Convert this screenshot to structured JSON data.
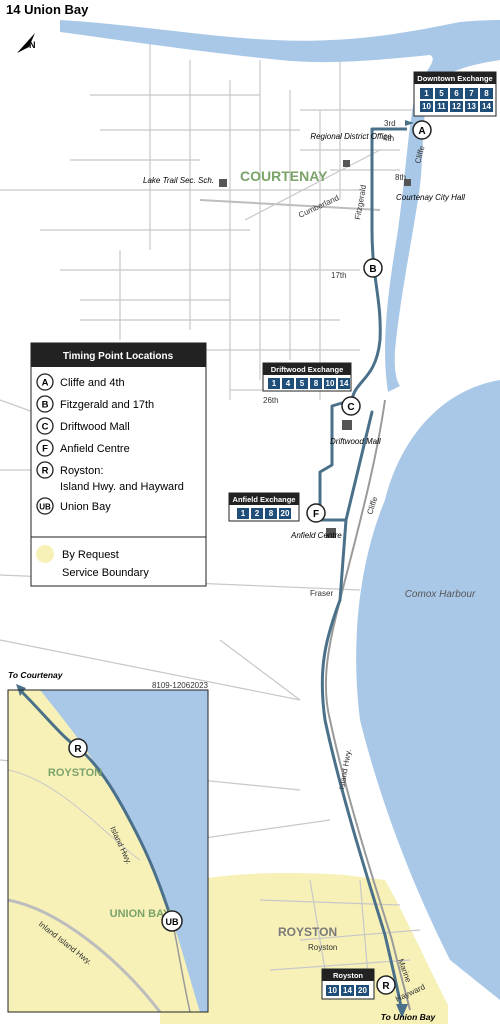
{
  "title": "14 Union Bay",
  "colors": {
    "water": "#a9c8e8",
    "route": "#4b7089",
    "service_area": "#f7f1b8",
    "street": "#c6c6c6",
    "exchange_badge": "#1f4e79"
  },
  "places": {
    "courtenay": "COURTENAY",
    "royston": "ROYSTON",
    "union_bay": "UNION BAY",
    "comox_harbour": "Comox Harbour",
    "regional_district_office": "Regional District Office",
    "lake_trail": "Lake Trail Sec. Sch.",
    "courtenay_city_hall": "Courtenay City Hall",
    "driftwood_mall": "Driftwood Mall",
    "anfield_centre": "Anfield Centre"
  },
  "streets": {
    "third": "3rd",
    "fourth": "4th",
    "eighth": "8th",
    "seventeenth": "17th",
    "twenty_sixth": "26th",
    "cliffe": "Cliffe",
    "cumberland": "Cumberland",
    "fitzgerald": "Fitzgerald",
    "fraser": "Fraser",
    "island_hwy": "Island Hwy.",
    "royston_rd": "Royston",
    "marine": "Marine",
    "hayward": "Hayward",
    "inland_island_hwy": "Inland Island Hwy."
  },
  "exchanges": {
    "downtown": {
      "title": "Downtown Exchange",
      "routes": [
        "1",
        "5",
        "6",
        "7",
        "8",
        "10",
        "11",
        "12",
        "13",
        "14"
      ]
    },
    "driftwood": {
      "title": "Driftwood Exchange",
      "routes": [
        "1",
        "4",
        "5",
        "8",
        "10",
        "14"
      ]
    },
    "anfield": {
      "title": "Anfield Exchange",
      "routes": [
        "1",
        "2",
        "8",
        "20"
      ]
    },
    "royston": {
      "title": "Royston",
      "routes": [
        "10",
        "14",
        "20"
      ]
    }
  },
  "markers": {
    "a": "A",
    "b": "B",
    "c": "C",
    "f": "F",
    "r": "R",
    "ub": "UB"
  },
  "legend": {
    "title": "Timing Point Locations",
    "items": [
      {
        "key": "A",
        "label": "Cliffe and 4th"
      },
      {
        "key": "B",
        "label": "Fitzgerald and 17th"
      },
      {
        "key": "C",
        "label": "Driftwood Mall"
      },
      {
        "key": "F",
        "label": "Anfield Centre"
      },
      {
        "key": "R",
        "label": "Royston:",
        "label2": "Island Hwy. and Hayward"
      },
      {
        "key": "UB",
        "label": "Union Bay"
      }
    ],
    "service_label_1": "By Request",
    "service_label_2": "Service Boundary"
  },
  "inset": {
    "code": "8109-12062023",
    "to_courtenay": "To Courtenay"
  },
  "to_union_bay": "To Union Bay"
}
